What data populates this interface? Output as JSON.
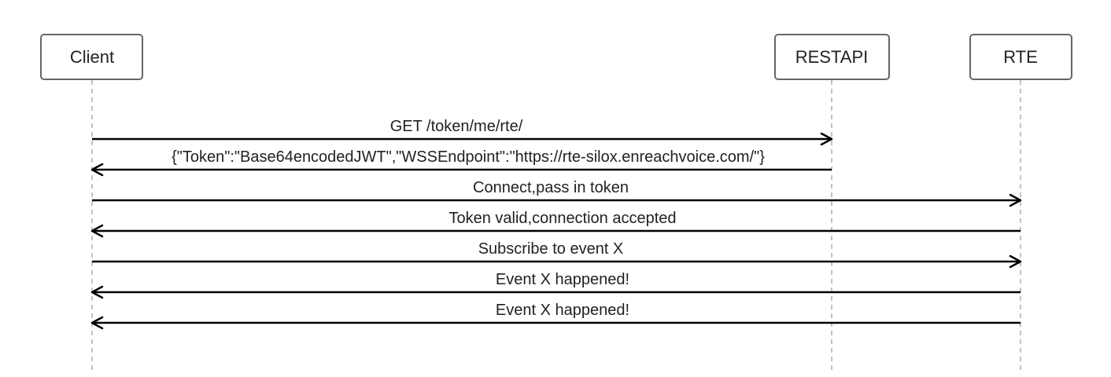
{
  "participants": [
    {
      "id": "client",
      "label": "Client"
    },
    {
      "id": "restapi",
      "label": "RESTAPI"
    },
    {
      "id": "rte",
      "label": "RTE"
    }
  ],
  "messages": [
    {
      "from": "client",
      "to": "restapi",
      "label": "GET /token/me/rte/"
    },
    {
      "from": "restapi",
      "to": "client",
      "label": "{\"Token\":\"Base64encodedJWT\",\"WSSEndpoint\":\"https://rte-silox.enreachvoice.com/\"}"
    },
    {
      "from": "client",
      "to": "rte",
      "label": "Connect,pass in token"
    },
    {
      "from": "rte",
      "to": "client",
      "label": "Token valid,connection accepted"
    },
    {
      "from": "client",
      "to": "rte",
      "label": "Subscribe to event X"
    },
    {
      "from": "rte",
      "to": "client",
      "label": "Event X happened!"
    },
    {
      "from": "rte",
      "to": "client",
      "label": "Event X happened!"
    }
  ]
}
